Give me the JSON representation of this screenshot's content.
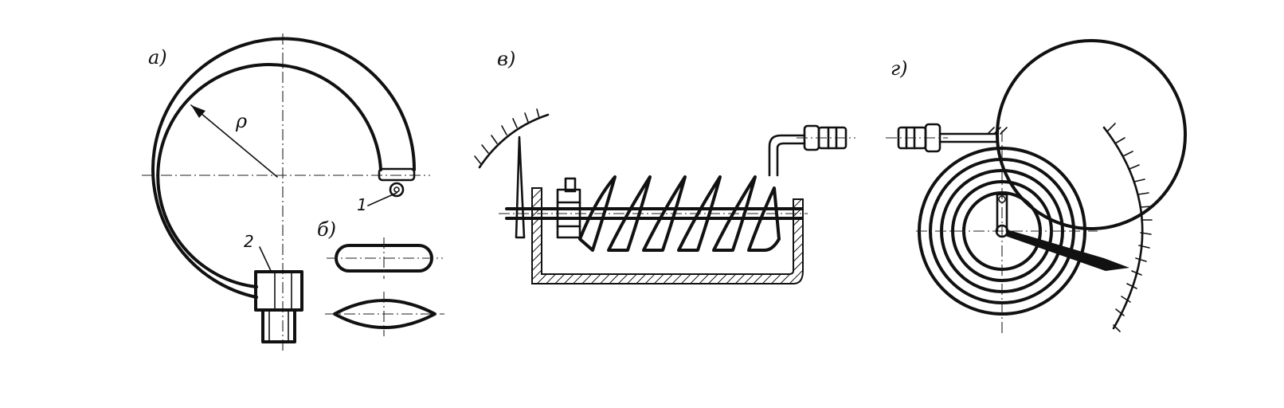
{
  "labels": {
    "a": "а)",
    "b": "б)",
    "v": "в)",
    "g": "г)",
    "rho": "ρ",
    "one": "1",
    "two": "2"
  }
}
